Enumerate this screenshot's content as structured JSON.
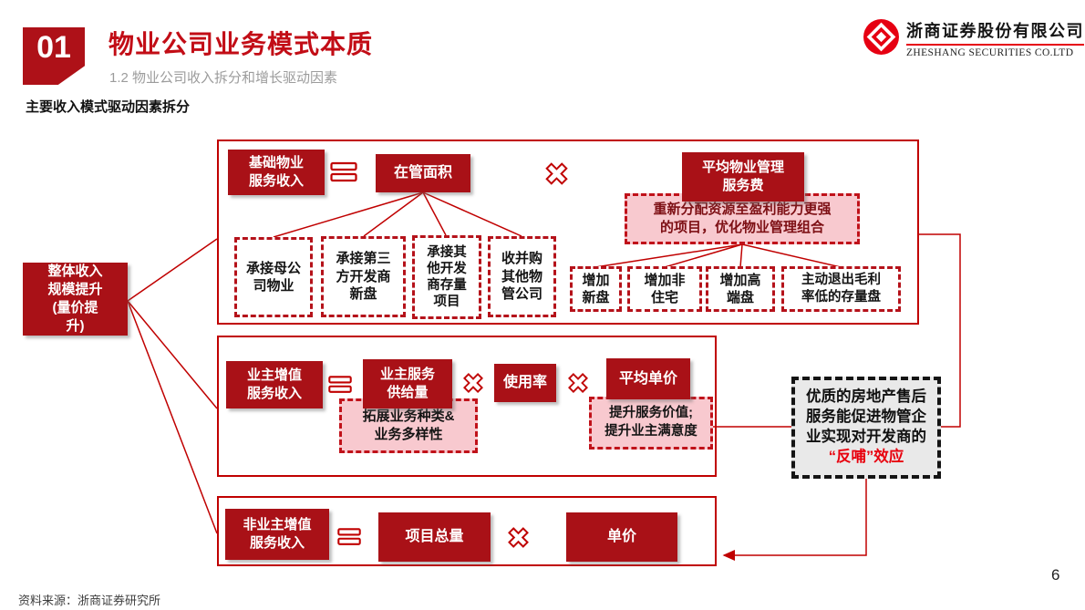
{
  "page": {
    "badge": "01",
    "title": "物业公司业务模式本质",
    "subtitle": "1.2 物业公司收入拆分和增长驱动因素",
    "section_label": "主要收入模式驱动因素拆分",
    "source": "资料来源：浙商证券研究所",
    "page_number": "6"
  },
  "logo": {
    "company_cn": "浙商证券股份有限公司",
    "company_en": "ZHESHANG SECURITIES CO.LTD"
  },
  "colors": {
    "dark_red": "#a91117",
    "bright_red": "#c00000",
    "pink": "#f8c9cf",
    "logo_red": "#e60012",
    "callout_red": "#e8000d"
  },
  "diagram": {
    "overall_box": "整体收入\n规模提升\n(量价提\n升)",
    "row1": {
      "result": "基础物业\n服务收入",
      "factor1": "在管面积",
      "factor2": "平均物业管理\n服务费",
      "factor2_note": "重新分配资源至盈利能力更强\n的项目，优化物业管理组合",
      "factor1_drivers": [
        "承接母公\n司物业",
        "承接第三\n方开发商\n新盘",
        "承接其\n他开发\n商存量\n项目",
        "收并购\n其他物\n管公司"
      ],
      "factor2_drivers": [
        "增加\n新盘",
        "增加非\n住宅",
        "增加高\n端盘",
        "主动退出毛利\n率低的存量盘"
      ]
    },
    "row2": {
      "result": "业主增值\n服务收入",
      "factor1": "业主服务\n供给量",
      "factor1_note": "拓展业务种类&\n业务多样性",
      "factor2": "使用率",
      "factor3": "平均单价",
      "factor3_note": "提升服务价值;\n提升业主满意度"
    },
    "row3": {
      "result": "非业主增值\n服务收入",
      "factor1": "项目总量",
      "factor2": "单价"
    },
    "callout": {
      "text_black": "优质的房地产售后\n服务能促进物管企\n业实现对开发商的",
      "text_red": "“反哺”效应"
    }
  }
}
